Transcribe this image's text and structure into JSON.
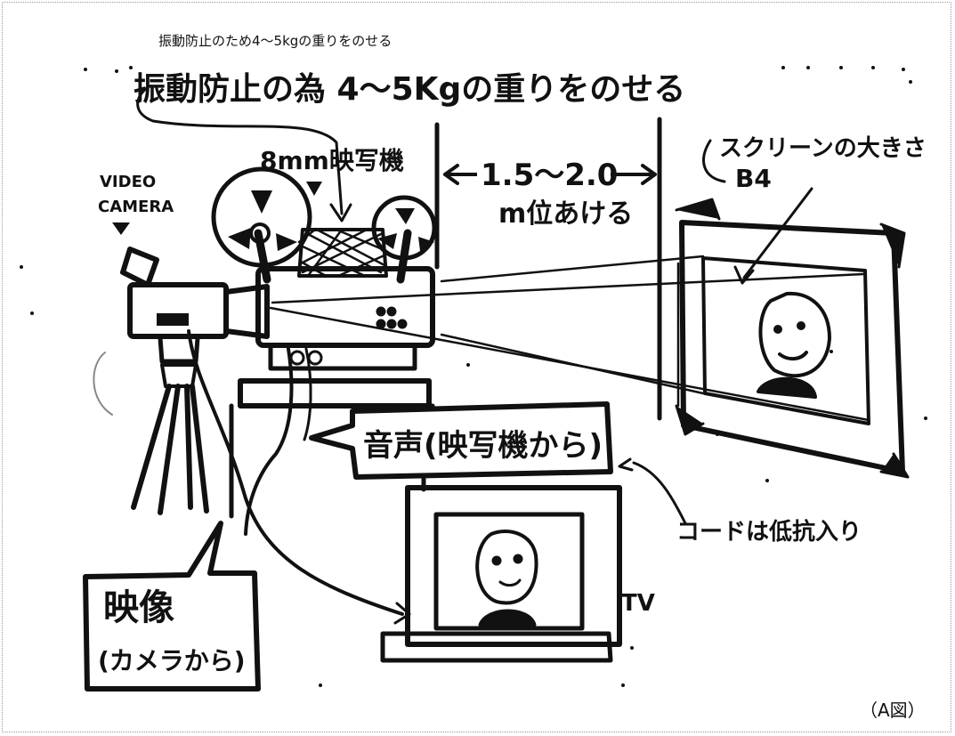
{
  "caption": "振動防止のため4〜5kgの重りをのせる",
  "figure_label": "（A図）",
  "labels": {
    "weight_handwritten": "振動防止の為 4〜5Kgの重りをのせる",
    "projector": "8mm映写機",
    "distance_value": "1.5〜2.0",
    "distance_note": "m位あける",
    "screen_size": "スクリーンの大きさ",
    "screen_size_value": "B4",
    "video_camera_1": "VIDEO",
    "video_camera_2": "CAMERA",
    "audio_callout": "音声(映写機から)",
    "video_callout_1": "映像",
    "video_callout_2": "(カメラから)",
    "cord_note": "コードは低抗入り",
    "tv": "TV"
  }
}
